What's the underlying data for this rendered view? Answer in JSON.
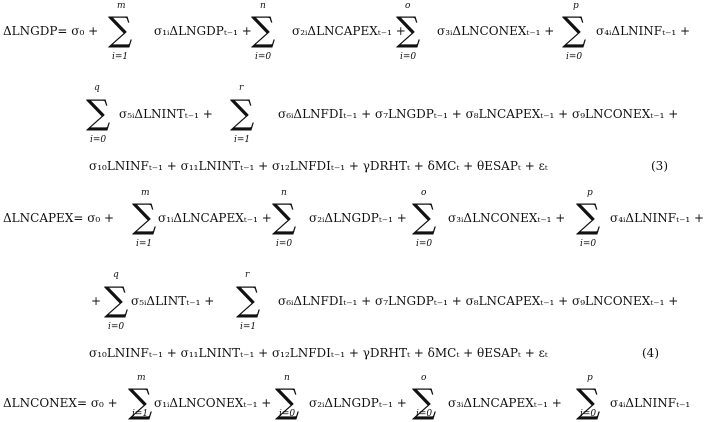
{
  "lines": [
    {
      "text": "ΔLNGDP= σ₀ +"
    },
    {
      "text": "σ₁ᵢΔLNGDPₜ₋₁ +"
    },
    {
      "text": "σ₂ᵢΔLNCAPEXₜ₋₁ +"
    },
    {
      "text": "σ₃ᵢΔLNCONEXₜ₋₁ +"
    },
    {
      "text": "σ₄ᵢΔLNINFₜ₋₁ +"
    },
    {
      "text": "σ₅ᵢΔLNINTₜ₋₁ +"
    },
    {
      "text": "σ₆ᵢΔLNFDIₜ₋₁ + σ₇LNGDPₜ₋₁ + σ₈LNCAPEXₜ₋₁ + σ₉LNCONEXₜ₋₁ +"
    },
    {
      "text": "σ₁₀LNINFₜ₋₁ + σ₁₁LNINTₜ₋₁ + σ₁₂LNFDIₜ₋₁ + γDRHTₜ + δMCₜ + θESAPₜ + εₜ"
    },
    {
      "text": "ΔLNCAPEX= σ₀ +"
    },
    {
      "text": "σ₁ᵢΔLNCAPEXₜ₋₁ +"
    },
    {
      "text": "σ₂ᵢΔLNGDPₜ₋₁ +"
    },
    {
      "text": "σ₃ᵢΔLNCONEXₜ₋₁ +"
    },
    {
      "text": "σ₄ᵢΔLNINFₜ₋₁ +"
    },
    {
      "text": "+"
    },
    {
      "text": "σ₅ᵢΔLINTₜ₋₁ +"
    },
    {
      "text": "σ₆ᵢΔLNFDIₜ₋₁ + σ₇LNGDPₜ₋₁ + σ₈LNCAPEXₜ₋₁ + σ₉LNCONEXₜ₋₁ +"
    },
    {
      "text": "σ₁₀LNINFₜ₋₁ + σ₁₁LNINTₜ₋₁ + σ₁₂LNFDIₜ₋₁ + γDRHTₜ + δMCₜ + θESAPₜ + εₜ"
    },
    {
      "text": "ΔLNCONEX= σ₀ +"
    },
    {
      "text": "σ₁ᵢΔLNCONEXₜ₋₁ +"
    },
    {
      "text": "σ₂ᵢΔLNGDPₜ₋₁ +"
    },
    {
      "text": "σ₃ᵢΔLNCAPEXₜ₋₁ +"
    },
    {
      "text": "σ₄ᵢΔLNINFₜ₋₁"
    }
  ],
  "sums": [
    {
      "upper": "m",
      "lower": "i=1"
    },
    {
      "upper": "n",
      "lower": "i=0"
    },
    {
      "upper": "o",
      "lower": "i=0"
    },
    {
      "upper": "p",
      "lower": "i=0"
    },
    {
      "upper": "q",
      "lower": "i=0"
    },
    {
      "upper": "r",
      "lower": "i=1"
    },
    {
      "upper": "m",
      "lower": "i=1"
    },
    {
      "upper": "n",
      "lower": "i=0"
    },
    {
      "upper": "o",
      "lower": "i=0"
    },
    {
      "upper": "p",
      "lower": "i=0"
    },
    {
      "upper": "q",
      "lower": "i=0"
    },
    {
      "upper": "r",
      "lower": "i=1"
    },
    {
      "upper": "m",
      "lower": "i=1"
    },
    {
      "upper": "n",
      "lower": "i=0"
    },
    {
      "upper": "o",
      "lower": "i=0"
    },
    {
      "upper": "p",
      "lower": "i=0"
    }
  ],
  "sum_symbol": "∑",
  "eq_numbers": [
    "(3)",
    "(4)"
  ]
}
